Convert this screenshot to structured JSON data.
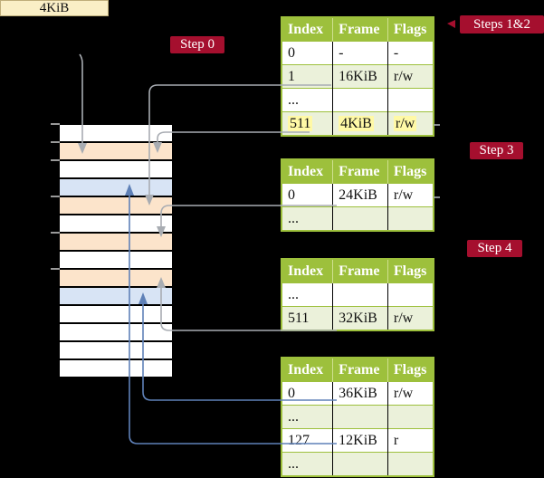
{
  "frame_box": {
    "label": "4KiB"
  },
  "steps": {
    "step0": "Step 0",
    "steps12": "Steps 1&2",
    "step3": "Step 3",
    "step4": "Step 4"
  },
  "memory": {
    "rows": [
      {
        "kind": "free"
      },
      {
        "kind": "pagetable"
      },
      {
        "kind": "free"
      },
      {
        "kind": "data"
      },
      {
        "kind": "pagetable"
      },
      {
        "kind": "free"
      },
      {
        "kind": "pagetable"
      },
      {
        "kind": "free"
      },
      {
        "kind": "pagetable"
      },
      {
        "kind": "data"
      },
      {
        "kind": "free"
      },
      {
        "kind": "free"
      },
      {
        "kind": "free"
      },
      {
        "kind": "free"
      }
    ]
  },
  "tables": [
    {
      "name": "level1",
      "headers": [
        "Index",
        "Frame",
        "Flags"
      ],
      "rows": [
        {
          "cells": [
            "0",
            "-",
            "-"
          ],
          "shaded": false,
          "highlight": false
        },
        {
          "cells": [
            "1",
            "16KiB",
            "r/w"
          ],
          "shaded": true,
          "highlight": false
        },
        {
          "cells": [
            "...",
            "",
            ""
          ],
          "shaded": false,
          "highlight": false
        },
        {
          "cells": [
            "511",
            "4KiB",
            "r/w"
          ],
          "shaded": true,
          "highlight": true
        }
      ]
    },
    {
      "name": "level2",
      "headers": [
        "Index",
        "Frame",
        "Flags"
      ],
      "rows": [
        {
          "cells": [
            "0",
            "24KiB",
            "r/w"
          ],
          "shaded": false,
          "highlight": false
        },
        {
          "cells": [
            "...",
            "",
            ""
          ],
          "shaded": true,
          "highlight": false
        }
      ]
    },
    {
      "name": "level3",
      "headers": [
        "Index",
        "Frame",
        "Flags"
      ],
      "rows": [
        {
          "cells": [
            "...",
            "",
            ""
          ],
          "shaded": false,
          "highlight": false
        },
        {
          "cells": [
            "511",
            "32KiB",
            "r/w"
          ],
          "shaded": true,
          "highlight": false
        }
      ]
    },
    {
      "name": "level4",
      "headers": [
        "Index",
        "Frame",
        "Flags"
      ],
      "rows": [
        {
          "cells": [
            "0",
            "36KiB",
            "r/w"
          ],
          "shaded": false,
          "highlight": false
        },
        {
          "cells": [
            "...",
            "",
            ""
          ],
          "shaded": true,
          "highlight": false
        },
        {
          "cells": [
            "127",
            "12KiB",
            "r"
          ],
          "shaded": false,
          "highlight": false
        },
        {
          "cells": [
            "...",
            "",
            ""
          ],
          "shaded": true,
          "highlight": false
        }
      ]
    }
  ],
  "connections": [
    {
      "from": "frame-size-label",
      "to": "frame 4KiB",
      "color": "gray"
    },
    {
      "from": "level1 entry 1 (16KiB)",
      "to": "frame 16KiB",
      "color": "gray"
    },
    {
      "from": "level1 entry 511 (4KiB)",
      "to": "frame 4KiB",
      "color": "gray"
    },
    {
      "from": "level2 entry 0 (24KiB)",
      "to": "frame 24KiB",
      "color": "gray"
    },
    {
      "from": "level3 entry 511 (32KiB)",
      "to": "frame 32KiB",
      "color": "gray"
    },
    {
      "from": "level4 entry 0 (36KiB)",
      "to": "frame 36KiB",
      "color": "blue"
    },
    {
      "from": "level4 entry 127 (12KiB)",
      "to": "frame 12KiB",
      "color": "blue"
    }
  ],
  "colors": {
    "background": "#000000",
    "badge_red": "#A50F2E",
    "table_green": "#9DC03C",
    "table_row_green": "#EBF1DA",
    "pagetable_frame": "#FCE4CB",
    "data_frame": "#D8E4F5",
    "frame_box_cream": "#FAEFC6",
    "highlight_yellow": "#FFF9A6",
    "gray_arrow": "#A8ACB2",
    "blue_arrow": "#5F81B8"
  }
}
